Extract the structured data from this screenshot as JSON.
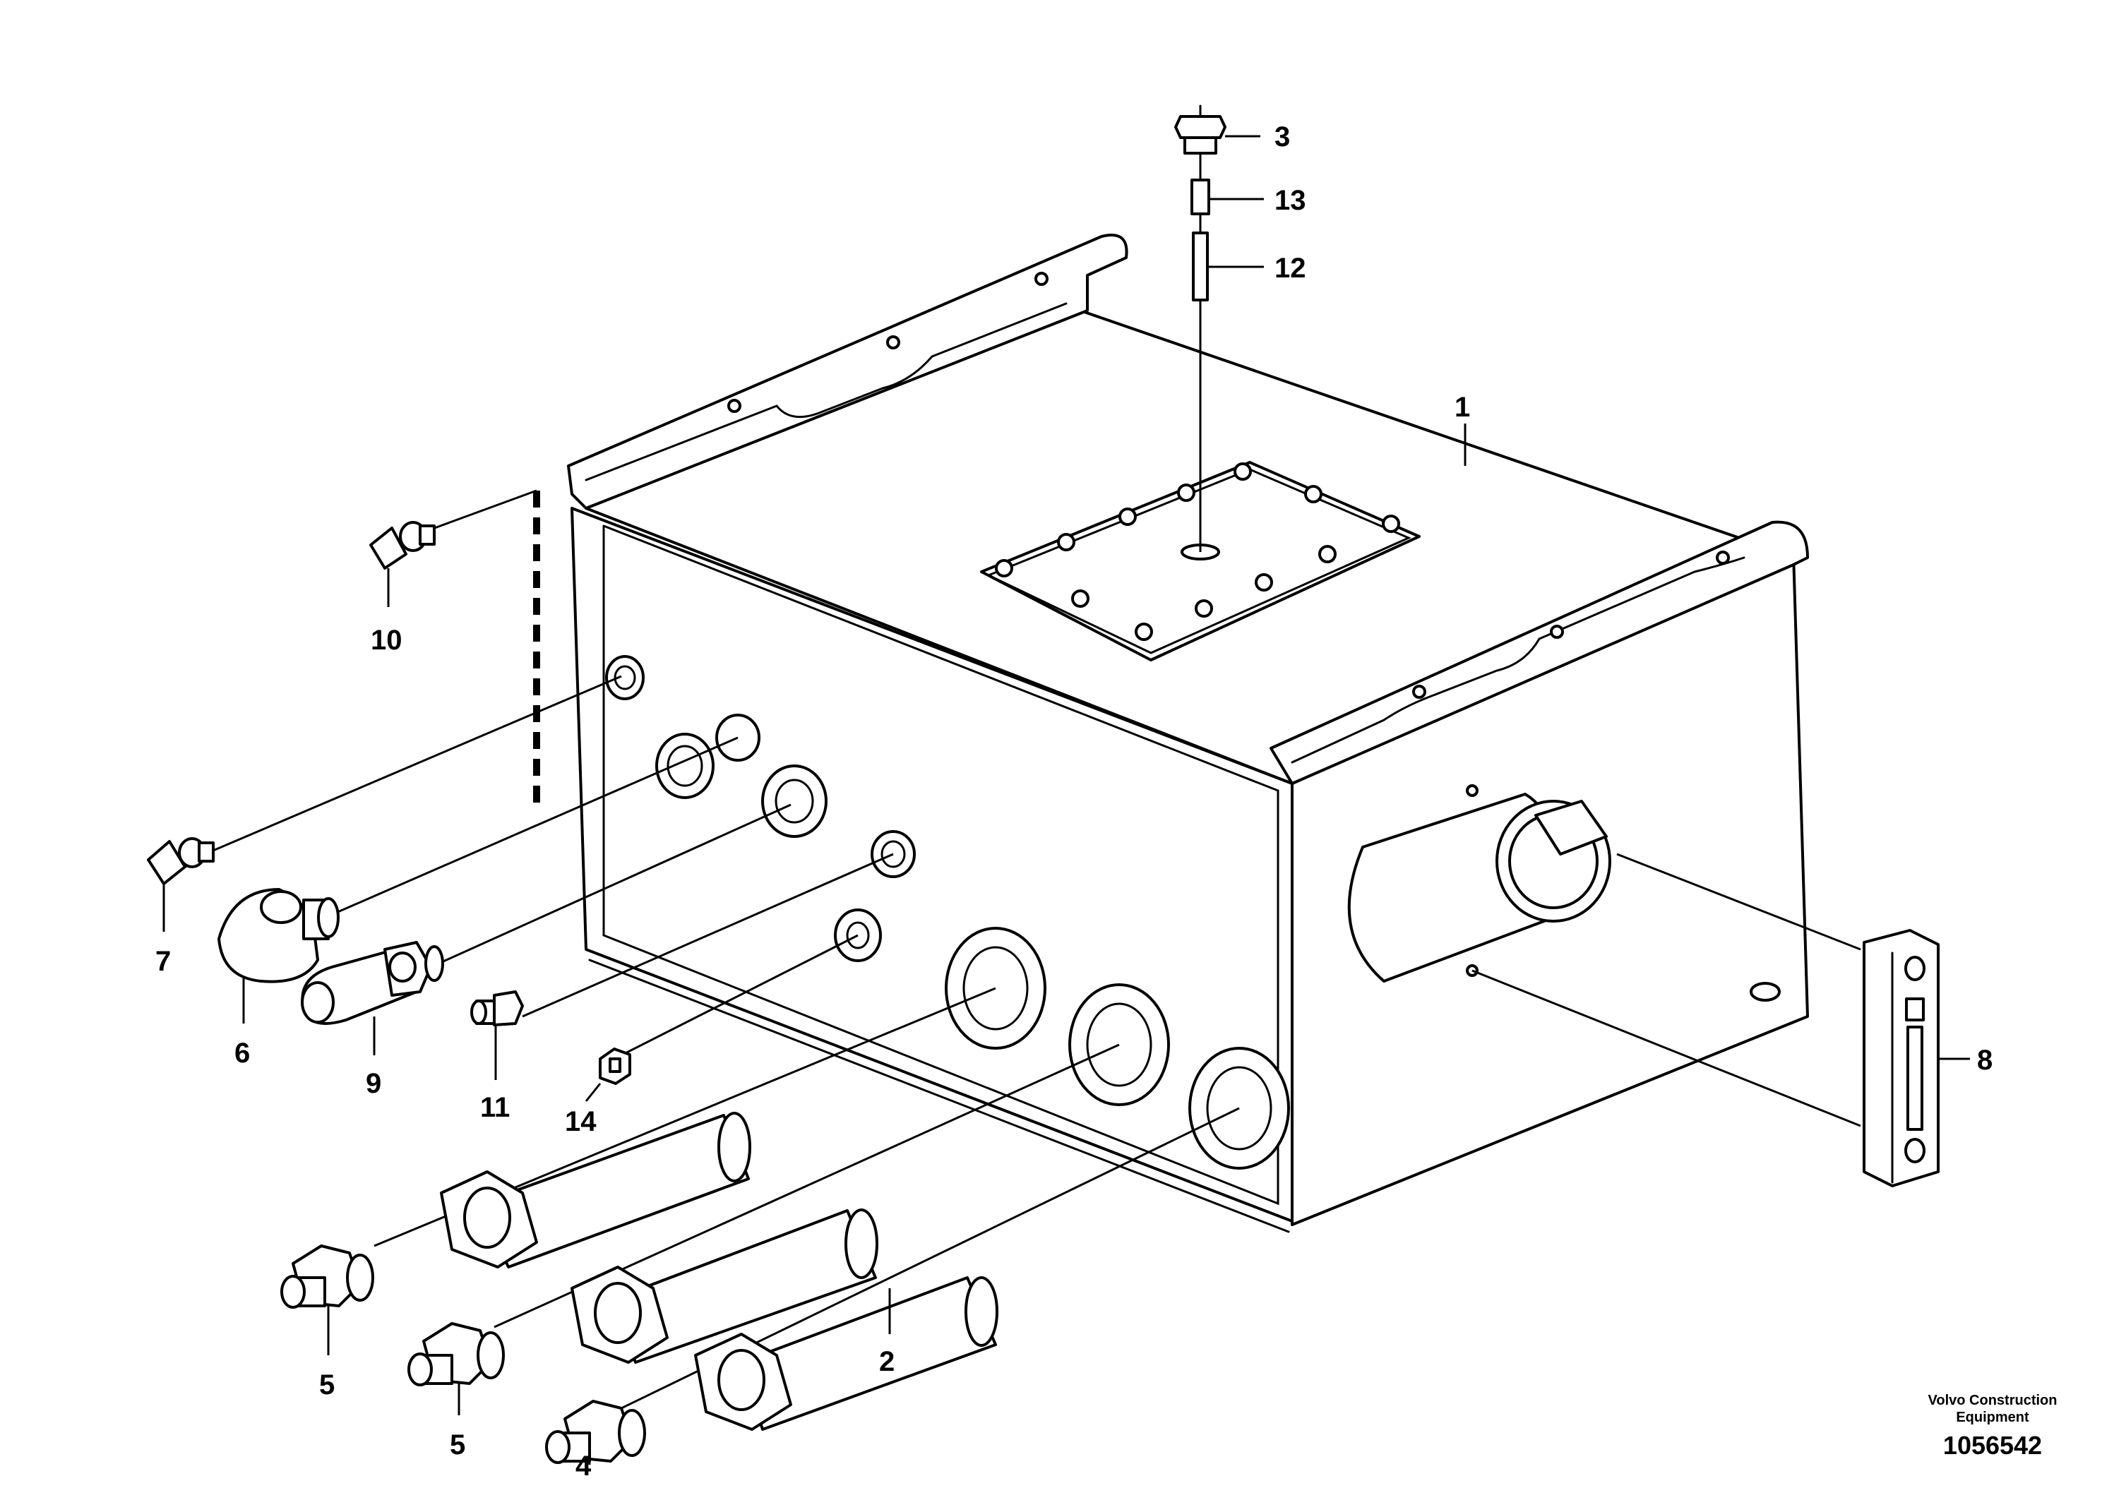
{
  "callouts": {
    "c1": "1",
    "c2": "2",
    "c3": "3",
    "c4": "4",
    "c5a": "5",
    "c5b": "5",
    "c6": "6",
    "c7": "7",
    "c8": "8",
    "c9": "9",
    "c10": "10",
    "c11": "11",
    "c12": "12",
    "c13": "13",
    "c14": "14"
  },
  "footer": {
    "company_line1": "Volvo Construction",
    "company_line2": "Equipment",
    "document_number": "1056542"
  }
}
